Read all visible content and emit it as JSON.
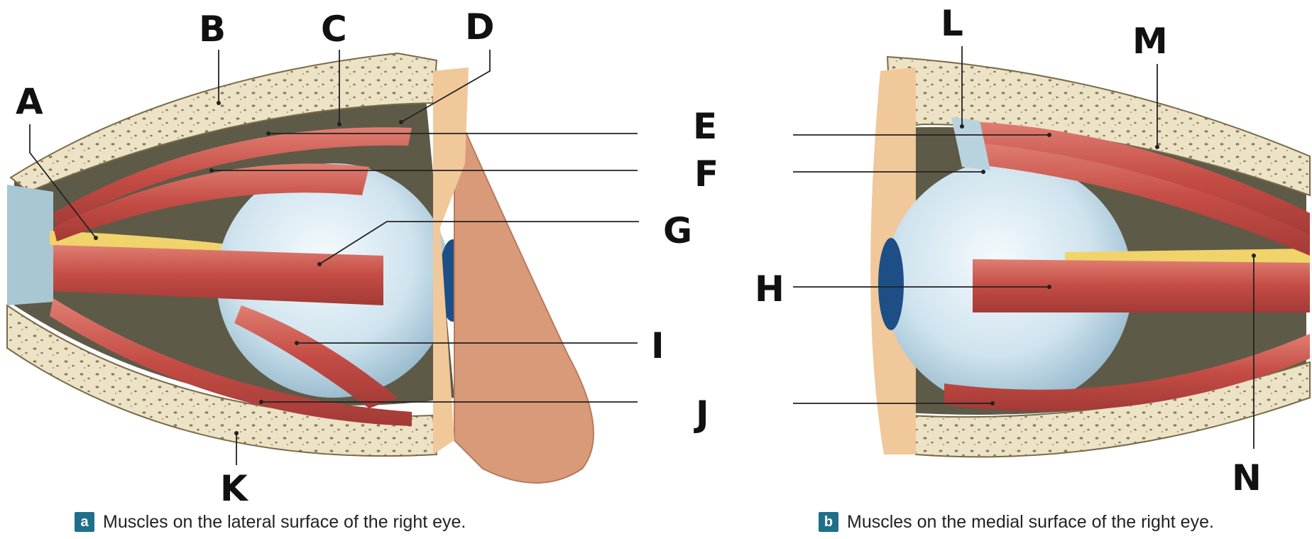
{
  "panels": [
    {
      "id": "a",
      "badge": "a",
      "caption": "Muscles on the lateral surface of the right eye."
    },
    {
      "id": "b",
      "badge": "b",
      "caption": "Muscles on the medial surface of the right eye."
    }
  ],
  "labels": {
    "A": "A",
    "B": "B",
    "C": "C",
    "D": "D",
    "E": "E",
    "F": "F",
    "G": "G",
    "H": "H",
    "I": "I",
    "J": "J",
    "K": "K",
    "L": "L",
    "M": "M",
    "N": "N"
  },
  "colors": {
    "bone": "#e9dfc2",
    "bone_dark": "#8a7a55",
    "muscle": "#c9504a",
    "muscle_light": "#e48c7e",
    "eyeball": "#cfe3ee",
    "iris": "#1d4f86",
    "skin": "#d99a7a",
    "fat": "#f0d36b",
    "tendon": "#b9d3de",
    "cavity": "#6a6450",
    "badge": "#1f6f8b"
  }
}
